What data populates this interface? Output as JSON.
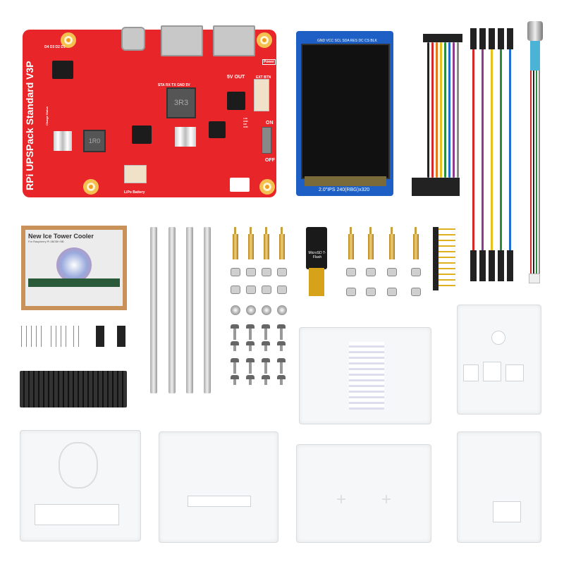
{
  "ups_board": {
    "title": "RPi UPSPack Standard V3P",
    "leds": "D4 D3 D2 D1",
    "charge_status": "Charge Status",
    "uart_pins": "STA RX TX GND 5V",
    "out_label": "5V OUT",
    "power_label": "Power",
    "ext_btn": "EXT BTN",
    "inductor_1": "3R3",
    "inductor_2": "1R0",
    "switch_on": "ON",
    "switch_off": "OFF",
    "battery_label": "LiPo Battery",
    "port_pins": "LED GND SW GND"
  },
  "lcd": {
    "pins": "GND VCC SCL SDA RES DC CS BLK",
    "spec": "2.0\"IPS 240(RBG)x320"
  },
  "cooler_box": {
    "title": "New Ice Tower Cooler",
    "subtitle": "For Raspberry Pi 4B/3B+/3B"
  },
  "sd_adapter": {
    "label": "MicroSD T-Flash"
  },
  "colors": {
    "pcb": "#e8262a",
    "lcd": "#1d5fc4",
    "wires": [
      "#d62828",
      "#8e3b8f",
      "#e8c21a",
      "#2a8d3a",
      "#1e6fd0",
      "#17a0a8"
    ]
  }
}
